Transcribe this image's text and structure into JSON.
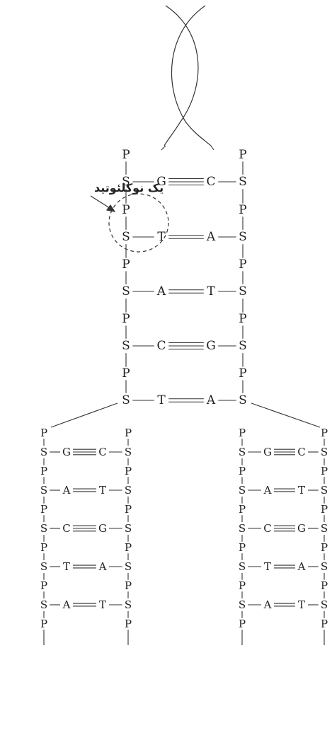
{
  "annotation": {
    "label": "یک نوکلئوتید"
  },
  "glyphs": {
    "phosphate": "P",
    "sugar": "S"
  },
  "colors": {
    "ink": "#222222",
    "background": "#ffffff"
  },
  "top_section": {
    "rungs": [
      {
        "left": "G",
        "right": "C",
        "bonds": 3
      },
      {
        "left": "T",
        "right": "A",
        "bonds": 2
      },
      {
        "left": "A",
        "right": "T",
        "bonds": 2
      },
      {
        "left": "C",
        "right": "G",
        "bonds": 3
      },
      {
        "left": "T",
        "right": "A",
        "bonds": 2
      }
    ]
  },
  "daughter_left": {
    "rungs": [
      {
        "left": "G",
        "right": "C",
        "bonds": 3
      },
      {
        "left": "A",
        "right": "T",
        "bonds": 2
      },
      {
        "left": "C",
        "right": "G",
        "bonds": 3
      },
      {
        "left": "T",
        "right": "A",
        "bonds": 2
      },
      {
        "left": "A",
        "right": "T",
        "bonds": 2
      }
    ]
  },
  "daughter_right": {
    "rungs": [
      {
        "left": "G",
        "right": "C",
        "bonds": 3
      },
      {
        "left": "A",
        "right": "T",
        "bonds": 2
      },
      {
        "left": "C",
        "right": "G",
        "bonds": 3
      },
      {
        "left": "T",
        "right": "A",
        "bonds": 2
      },
      {
        "left": "A",
        "right": "T",
        "bonds": 2
      }
    ]
  }
}
